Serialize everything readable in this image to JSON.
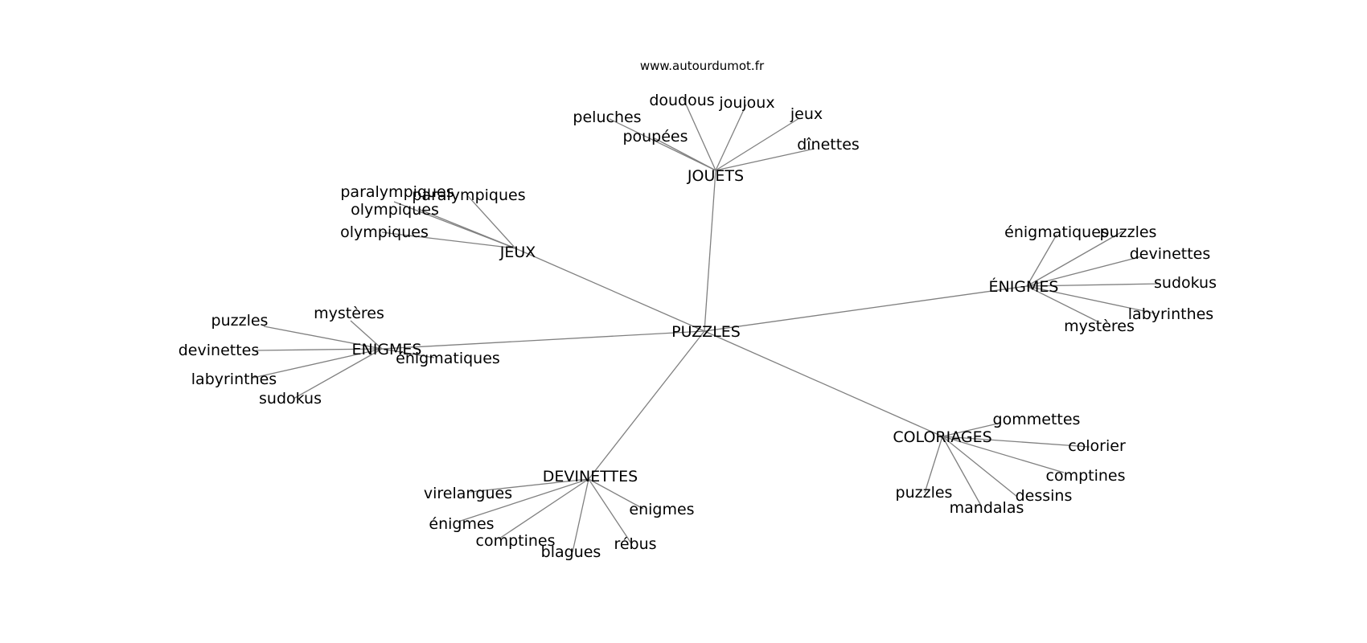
{
  "source": "www.autourdumot.fr",
  "center": "PUZZLES",
  "hubs": [
    {
      "label": "JOUETS",
      "leaves": [
        "doudous",
        "joujoux",
        "jeux",
        "peluches",
        "poupées",
        "dînettes"
      ]
    },
    {
      "label": "JEUX",
      "leaves": [
        "paralympiques",
        "paralympiques",
        "olympiques",
        "olympiques"
      ]
    },
    {
      "label": "ÉNIGMES",
      "leaves": [
        "énigmatiques",
        "puzzles",
        "devinettes",
        "sudokus",
        "labyrinthes",
        "mystères"
      ]
    },
    {
      "label": "ENIGMES",
      "leaves": [
        "mystères",
        "puzzles",
        "devinettes",
        "labyrinthes",
        "sudokus",
        "énigmatiques"
      ]
    },
    {
      "label": "COLORIAGES",
      "leaves": [
        "gommettes",
        "colorier",
        "comptines",
        "dessins",
        "mandalas",
        "puzzles"
      ]
    },
    {
      "label": "DEVINETTES",
      "leaves": [
        "virelangues",
        "enigmes",
        "énigmes",
        "comptines",
        "blagues",
        "rébus"
      ]
    }
  ]
}
